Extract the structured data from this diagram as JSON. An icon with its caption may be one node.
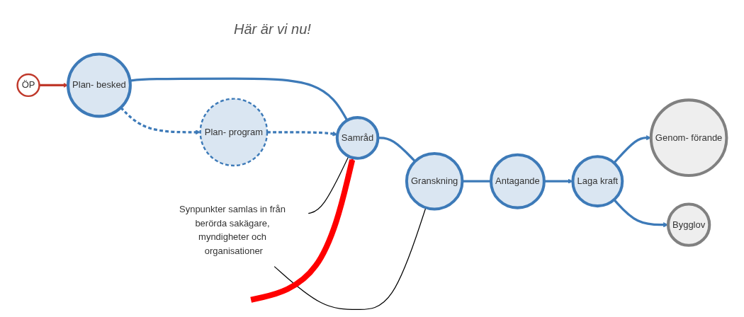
{
  "diagram": {
    "nodes": [
      {
        "text": [
          "ÖP"
        ]
      },
      {
        "text": [
          "Plan- besked"
        ]
      },
      {
        "text": [
          "Samråd"
        ]
      },
      {
        "text": [
          "Granskning"
        ]
      },
      {
        "text": [
          "Antagande"
        ]
      },
      {
        "text": [
          "Laga kraft"
        ]
      },
      {
        "text": [
          "Plan- program"
        ]
      },
      {
        "text": [
          "Genom- förande"
        ]
      },
      {
        "text": [
          "Bygglov"
        ]
      },
      {
        "text": [
          "Synpunkter samlas in från berörda sakägare, myndigheter och organisationer"
        ]
      }
    ],
    "edges": [
      {
        "from": 0,
        "to": 1,
        "arrow": "to",
        "color": "#c0392b"
      },
      {
        "from": 1,
        "to": 2,
        "arrow": "none"
      },
      {
        "from": 2,
        "to": 3,
        "arrow": "none"
      },
      {
        "from": 3,
        "to": 4,
        "arrow": "none"
      },
      {
        "from": 4,
        "to": 5,
        "arrow": "to"
      },
      {
        "from": 1,
        "to": 6,
        "arrow": "to",
        "style": "dashed"
      },
      {
        "from": 6,
        "to": 2,
        "arrow": "to",
        "style": "dashed"
      },
      {
        "from": 5,
        "to": 7,
        "arrow": "to"
      },
      {
        "from": 5,
        "to": 8,
        "arrow": "to"
      },
      {
        "from": 9,
        "to": 2,
        "arrow": "none",
        "color": "#000000"
      },
      {
        "from": 9,
        "to": 3,
        "arrow": "none",
        "color": "#000000"
      },
      {
        "from": null,
        "to": 2,
        "arrow": "to",
        "style": "thick",
        "color": "#ff0000"
      }
    ],
    "labels": [
      "Här är vi nu!"
    ]
  }
}
